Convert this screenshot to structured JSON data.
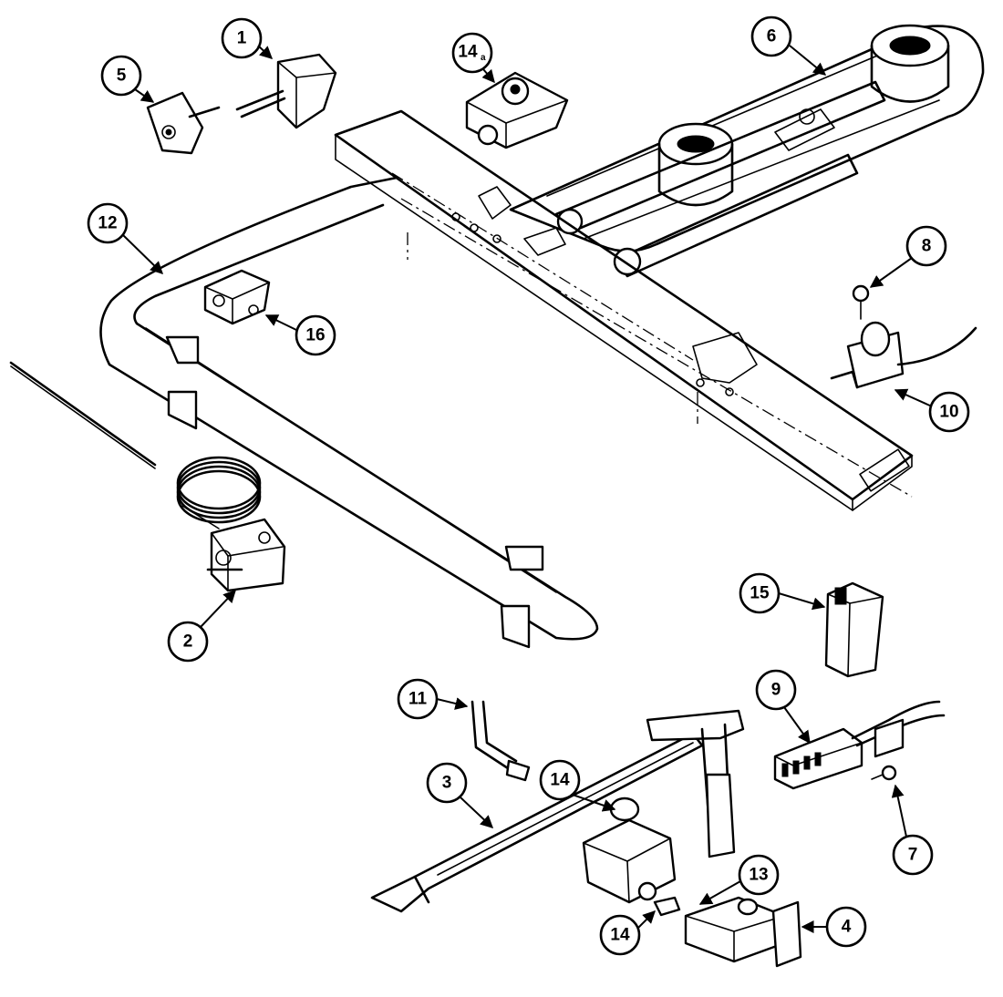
{
  "callouts": {
    "c1": "1",
    "c2": "2",
    "c3": "3",
    "c4": "4",
    "c5": "5",
    "c6": "6",
    "c7": "7",
    "c8": "8",
    "c9": "9",
    "c10": "10",
    "c11": "11",
    "c12": "12",
    "c13": "13",
    "c14_top": "14",
    "c14_top_suffix": "a",
    "c14_mid": "14",
    "c14_bottom": "14",
    "c15": "15",
    "c16": "16"
  }
}
